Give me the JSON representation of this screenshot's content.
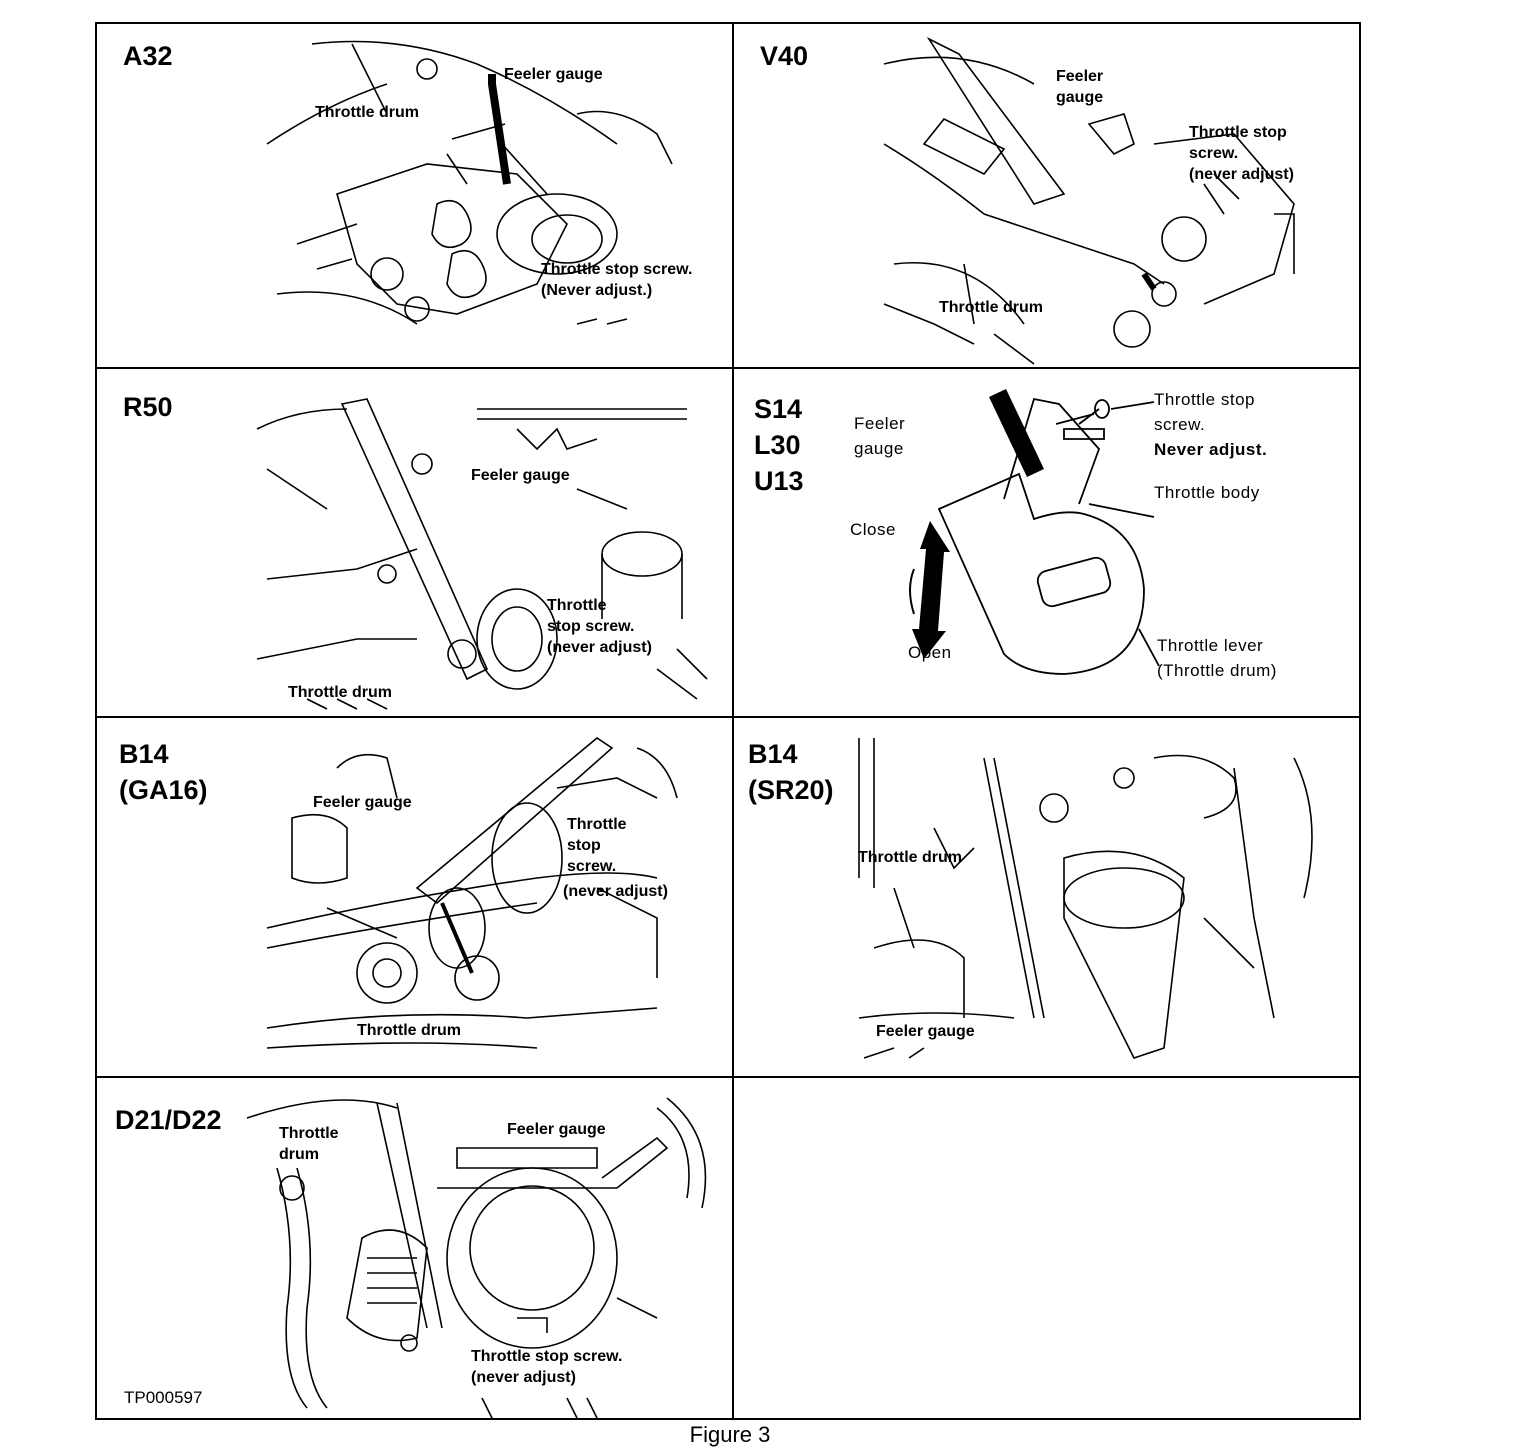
{
  "figure_caption": "Figure 3",
  "figure_code": "TP000597",
  "panels": {
    "a32": {
      "model": "A32",
      "labels": {
        "feeler_gauge": "Feeler gauge",
        "throttle_drum": "Throttle drum",
        "stop_screw": "Throttle stop screw.\n(Never adjust.)"
      }
    },
    "v40": {
      "model": "V40",
      "labels": {
        "feeler_gauge": "Feeler\ngauge",
        "stop_screw": "Throttle stop\nscrew.\n(never adjust)",
        "throttle_drum": "Throttle drum"
      }
    },
    "r50": {
      "model": "R50",
      "labels": {
        "feeler_gauge": "Feeler gauge",
        "stop_screw": "Throttle\nstop screw.\n(never adjust)",
        "throttle_drum": "Throttle drum"
      }
    },
    "s14": {
      "model": "S14\nL30\nU13",
      "labels": {
        "feeler_gauge": "Feeler\ngauge",
        "stop_screw": "Throttle stop\nscrew.",
        "never_adjust": "Never adjust.",
        "throttle_body": "Throttle body",
        "close": "Close",
        "open": "Open",
        "throttle_lever": "Throttle lever\n(Throttle drum)"
      }
    },
    "b14_ga16": {
      "model": "B14\n(GA16)",
      "labels": {
        "feeler_gauge": "Feeler gauge",
        "stop_screw": "Throttle\nstop\nscrew.",
        "never_adjust": "(never adjust)",
        "throttle_drum": "Throttle drum"
      }
    },
    "b14_sr20": {
      "model": "B14\n(SR20)",
      "labels": {
        "throttle_drum": "Throttle drum",
        "feeler_gauge": "Feeler gauge"
      }
    },
    "d21": {
      "model": "D21/D22",
      "labels": {
        "throttle_drum": "Throttle\ndrum",
        "feeler_gauge": "Feeler gauge",
        "stop_screw": "Throttle stop screw.\n(never adjust)"
      }
    }
  }
}
